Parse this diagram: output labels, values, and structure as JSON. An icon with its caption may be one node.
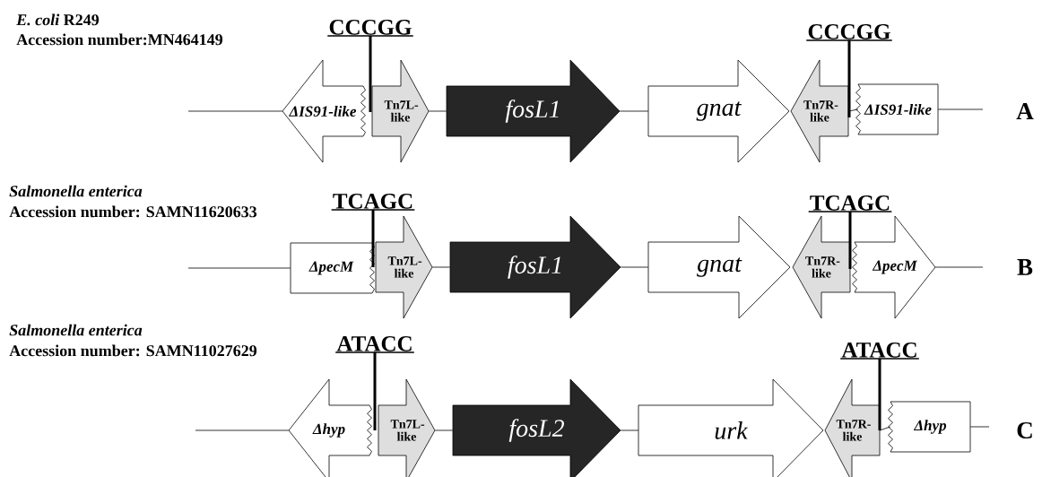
{
  "diagram": {
    "nodes": [
      {
        "text": [
          "CCCGG"
        ]
      },
      {
        "text": [
          "CCCGG"
        ]
      },
      {
        "text": [
          "ΔIS91-like"
        ]
      },
      {
        "text": [
          "Tn7L-like"
        ]
      },
      {
        "text": [
          "fosL1"
        ]
      },
      {
        "text": [
          "gnat"
        ]
      },
      {
        "text": [
          "Tn7R-like"
        ]
      },
      {
        "text": [
          "ΔIS91-like"
        ]
      },
      {
        "text": [
          "TCAGC"
        ]
      },
      {
        "text": [
          "TCAGC"
        ]
      },
      {
        "text": [
          "ΔpecM"
        ]
      },
      {
        "text": [
          "Tn7L-like"
        ]
      },
      {
        "text": [
          "fosL1"
        ]
      },
      {
        "text": [
          "gnat"
        ]
      },
      {
        "text": [
          "Tn7R-like"
        ]
      },
      {
        "text": [
          "ΔpecM"
        ]
      },
      {
        "text": [
          "ATACC"
        ]
      },
      {
        "text": [
          "ATACC"
        ]
      },
      {
        "text": [
          "Δhyp"
        ]
      },
      {
        "text": [
          "Tn7L-like"
        ]
      },
      {
        "text": [
          "fosL2"
        ]
      },
      {
        "text": [
          "urk"
        ]
      },
      {
        "text": [
          "Tn7R-like"
        ]
      },
      {
        "text": [
          "Δhyp"
        ]
      }
    ],
    "edges": [
      {
        "from": 0,
        "to": 3,
        "arrow": "none",
        "style": "thick"
      },
      {
        "from": 1,
        "to": 6,
        "arrow": "none",
        "style": "thick"
      },
      {
        "from": null,
        "to": 2,
        "arrow": "none"
      },
      {
        "from": 3,
        "to": 4,
        "arrow": "none"
      },
      {
        "from": 4,
        "to": 5,
        "arrow": "none"
      },
      {
        "from": 6,
        "to": 7,
        "arrow": "none"
      },
      {
        "from": 7,
        "to": null,
        "arrow": "none"
      },
      {
        "from": 8,
        "to": 11,
        "arrow": "none",
        "style": "thick"
      },
      {
        "from": 9,
        "to": 14,
        "arrow": "none",
        "style": "thick"
      },
      {
        "from": null,
        "to": 10,
        "arrow": "none"
      },
      {
        "from": 11,
        "to": 12,
        "arrow": "none"
      },
      {
        "from": 12,
        "to": 13,
        "arrow": "none"
      },
      {
        "from": 15,
        "to": null,
        "arrow": "none"
      },
      {
        "from": 16,
        "to": 19,
        "arrow": "none",
        "style": "thick"
      },
      {
        "from": 17,
        "to": 22,
        "arrow": "none",
        "style": "thick"
      },
      {
        "from": null,
        "to": 18,
        "arrow": "none"
      },
      {
        "from": 19,
        "to": 20,
        "arrow": "none"
      },
      {
        "from": 20,
        "to": 21,
        "arrow": "none"
      },
      {
        "from": 22,
        "to": 23,
        "arrow": "none"
      },
      {
        "from": 23,
        "to": null,
        "arrow": "none"
      }
    ],
    "labels": [
      "*E. coli* R249",
      "Accession number:MN464149",
      "A",
      "Salmonella enterica",
      "Accession number: SAMN11620633",
      "B",
      "Salmonella enterica",
      "Accession number: SAMN11027629",
      "C"
    ]
  }
}
